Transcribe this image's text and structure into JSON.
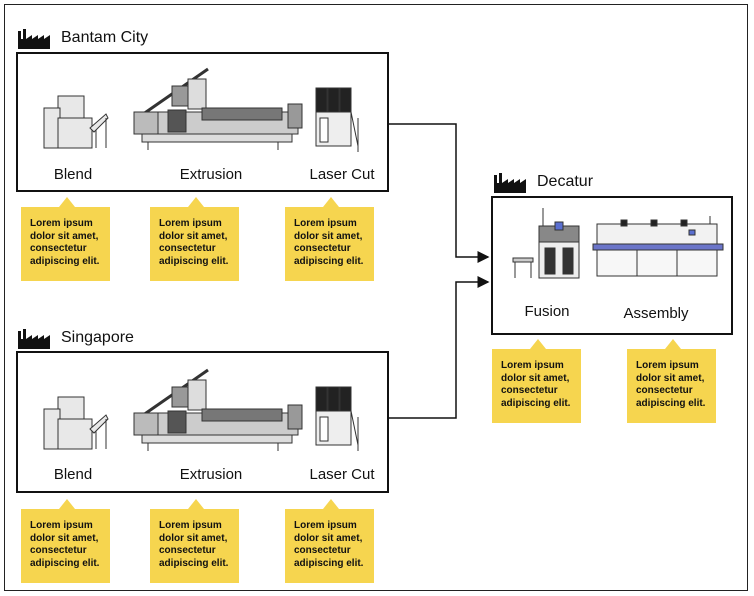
{
  "sites": {
    "bantam": {
      "name": "Bantam City",
      "steps": [
        "Blend",
        "Extrusion",
        "Laser Cut"
      ],
      "notes": [
        "Lorem ipsum dolor sit amet, consectetur adipiscing elit.",
        "Lorem ipsum dolor sit amet, consectetur adipiscing elit.",
        "Lorem ipsum dolor sit amet, consectetur adipiscing elit."
      ]
    },
    "singapore": {
      "name": "Singapore",
      "steps": [
        "Blend",
        "Extrusion",
        "Laser Cut"
      ],
      "notes": [
        "Lorem ipsum dolor sit amet, consectetur adipiscing elit.",
        "Lorem ipsum dolor sit amet, consectetur adipiscing elit.",
        "Lorem ipsum dolor sit amet, consectetur adipiscing elit."
      ]
    },
    "decatur": {
      "name": "Decatur",
      "steps": [
        "Fusion",
        "Assembly"
      ],
      "notes": [
        "Lorem ipsum dolor sit amet, consectetur adipiscing elit.",
        "Lorem ipsum dolor sit amet, consectetur adipiscing elit."
      ]
    }
  },
  "colors": {
    "note_fill": "#f6d54f",
    "conveyor_accent": "#6b75c9"
  },
  "icons": {
    "site_icon": "factory-icon",
    "machines": [
      "blender-machine",
      "extruder-machine",
      "laser-cutter-machine",
      "fusion-machine",
      "assembly-line-machine"
    ]
  }
}
